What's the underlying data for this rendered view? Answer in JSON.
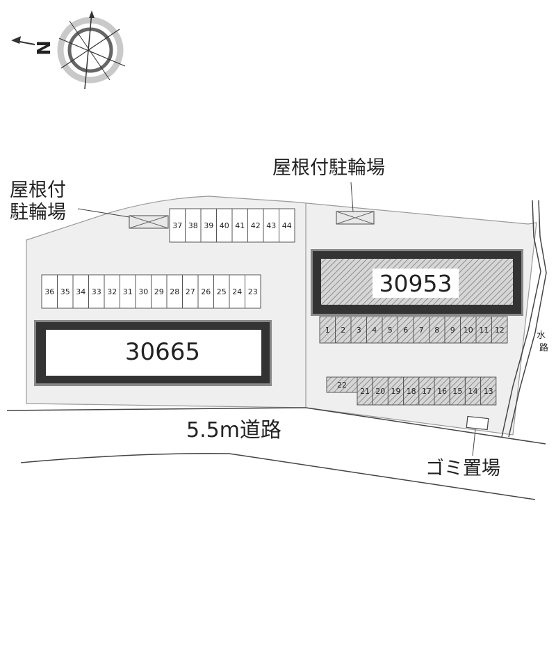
{
  "compass": {
    "north_label": "N"
  },
  "buildings": [
    {
      "id": "30665"
    },
    {
      "id": "30953"
    }
  ],
  "bike_parking_left": {
    "line1": "屋根付",
    "line2": "駐輪場"
  },
  "bike_parking_right": {
    "label": "屋根付駐輪場"
  },
  "road": {
    "label": "5.5m道路"
  },
  "waterway": {
    "label": "水路"
  },
  "garbage": {
    "label": "ゴミ置場"
  },
  "parking_rows": {
    "north_row": [
      "37",
      "38",
      "39",
      "40",
      "41",
      "42",
      "43",
      "44"
    ],
    "west_row": [
      "36",
      "35",
      "34",
      "33",
      "32",
      "31",
      "30",
      "29",
      "28",
      "27",
      "26",
      "25",
      "24",
      "23"
    ],
    "east_row_1": [
      "1",
      "2",
      "3",
      "4",
      "5",
      "6",
      "7",
      "8",
      "9",
      "10",
      "11",
      "12"
    ],
    "east_row_2_single": "22",
    "east_row_2": [
      "21",
      "20",
      "19",
      "18",
      "17",
      "16",
      "15",
      "14",
      "13"
    ]
  },
  "colors": {
    "lot": "#efefef",
    "building_frame": "#3a3a3a",
    "building_shadow": "#8a8a8a",
    "hatch": "#9a9a9a",
    "line": "#444444"
  }
}
